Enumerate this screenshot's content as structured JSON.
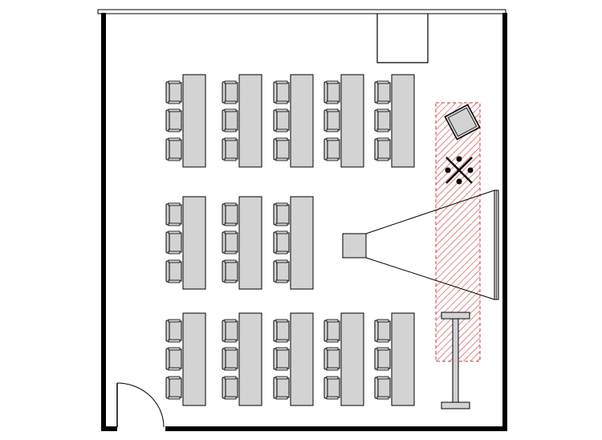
{
  "diagram": {
    "type": "classroom-floor-plan",
    "colors": {
      "wall": "#000000",
      "furniture_fill": "#d3d3d3",
      "outline": "#000000",
      "stage_hatch": "#c83c3c",
      "background": "#ffffff"
    },
    "rooms": {
      "table_groups": [
        {
          "name": "front-row-group",
          "tables": 5,
          "chairs_per_table": 3
        },
        {
          "name": "middle-row-group",
          "tables": 3,
          "chairs_per_table": 3
        },
        {
          "name": "back-row-group",
          "tables": 5,
          "chairs_per_table": 3
        }
      ]
    },
    "fixtures": [
      {
        "name": "projector-icon"
      },
      {
        "name": "projection-screen"
      },
      {
        "name": "lectern-icon"
      },
      {
        "name": "mic-stand-icon"
      },
      {
        "name": "speaker-marker-icon"
      },
      {
        "name": "door-icon"
      },
      {
        "name": "window-strip"
      },
      {
        "name": "wall-alcove"
      }
    ]
  }
}
